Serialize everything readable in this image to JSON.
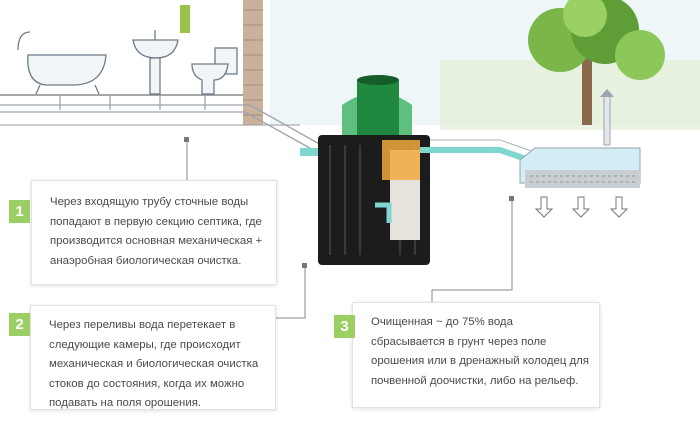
{
  "steps": [
    {
      "number": "1",
      "text": "Через входящую трубу сточные воды попадают в первую секцию септика, где производится основная механическая + анаэробная биологическая очистка."
    },
    {
      "number": "2",
      "text": "Через переливы вода перетекает в следующие камеры, где происходит механическая и биологическая очистка стоков до состояния, когда их можно подавать на поля орошения."
    },
    {
      "number": "3",
      "text": "Очищенная ~ до 75% вода сбрасывается в грунт через поле орошения или в дренажный колодец для почвенной доочистки, либо на рельеф."
    }
  ],
  "colors": {
    "badge": "#9ccf63",
    "tank": "#1c1c1c",
    "lid": "#2f9a4a",
    "pipe": "#7fd6cf"
  }
}
